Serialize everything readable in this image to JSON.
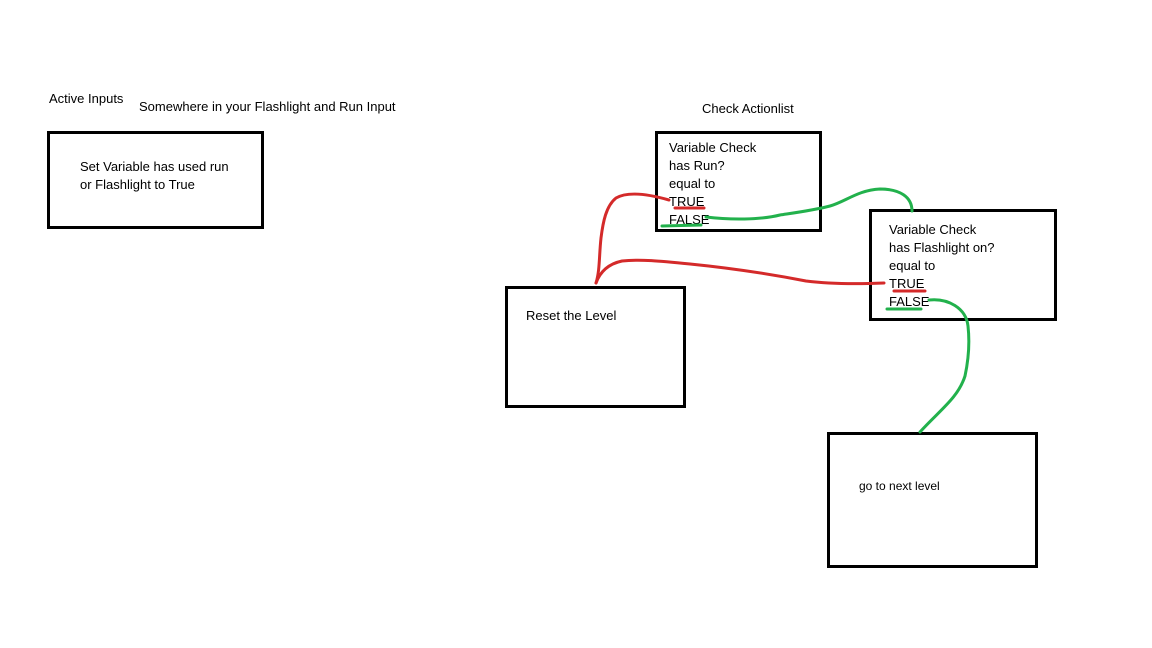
{
  "labels": {
    "active_inputs": "Active Inputs",
    "somewhere": "Somewhere in your Flashlight and Run Input",
    "check_actionlist": "Check Actionlist"
  },
  "boxes": {
    "set_variable": {
      "line1": "Set Variable has used run",
      "line2": "or Flashlight to True"
    },
    "check_run": {
      "line1": "Variable Check",
      "line2": "has Run?",
      "line3": "equal to",
      "true_label": "TRUE",
      "false_label": "FALSE"
    },
    "check_flashlight": {
      "line1": "Variable Check",
      "line2": "has Flashlight on?",
      "line3": "equal to",
      "true_label": "TRUE",
      "false_label": "FALSE"
    },
    "reset_level": {
      "label": "Reset the Level"
    },
    "next_level": {
      "label": "go to next level"
    }
  },
  "colors": {
    "true_wire": "#d42a2a",
    "false_wire": "#22b14c",
    "box_border": "#000000"
  }
}
